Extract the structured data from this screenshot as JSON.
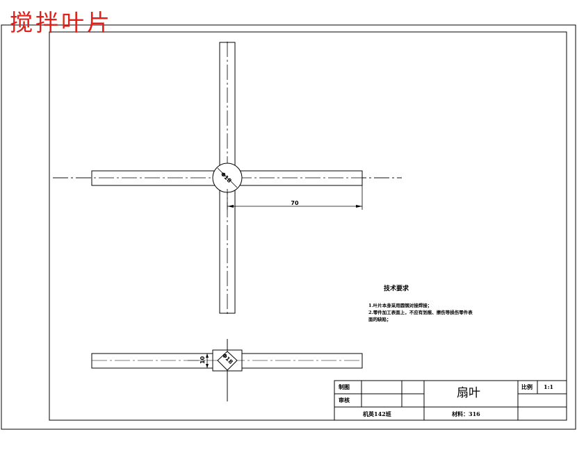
{
  "page": {
    "title": "搅拌叶片"
  },
  "drawing": {
    "dimensions": {
      "arm_length": "70",
      "hub_diameter": "Φ18",
      "side_height": "10",
      "side_hub_diameter": "Φ18"
    },
    "tech_requirements": {
      "title": "技术要求",
      "items": [
        "1.叶片本身采用圆钢对接焊接；",
        "2.零件加工表面上，不应有划痕、擦伤等损伤零件表",
        "面的缺陷；"
      ]
    },
    "title_block": {
      "drawn_label": "制图",
      "checked_label": "审核",
      "part_name": "扇叶",
      "scale_label": "比例",
      "scale_value": "1:1",
      "class_name": "机英142班",
      "material": "材料：316"
    }
  }
}
